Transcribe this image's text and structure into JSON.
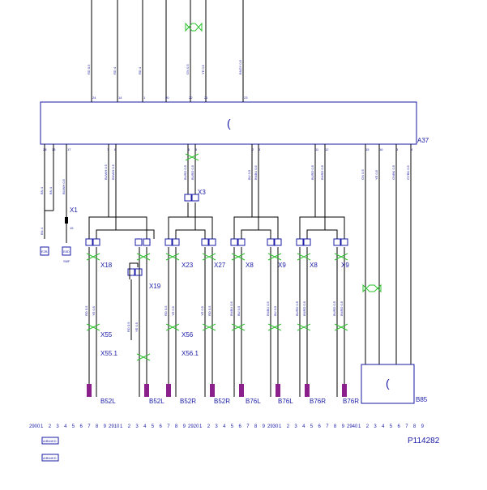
{
  "diagram": {
    "ecu_label": "A37",
    "ecu_symbol": "(",
    "box_b85_label": "B85",
    "box_b85_symbol": "(",
    "drawing_id": "P114282",
    "top_wires": [
      {
        "color": "RD 0.5",
        "pin": "24"
      },
      {
        "color": "RD 4",
        "pin": "14"
      },
      {
        "color": "RD 4",
        "pin": "1"
      },
      {
        "color": "",
        "pin": "20"
      },
      {
        "color": "GN 0.5",
        "pin": "22"
      },
      {
        "color": "YE 0.5",
        "pin": "21"
      },
      {
        "color": "BNGY 0.5",
        "pin": "23"
      }
    ],
    "bottom_pins": [
      "28",
      "13",
      "17",
      "7",
      "8",
      "6",
      "5",
      "2",
      "3",
      "11",
      "12",
      "15",
      "16",
      "3",
      "4"
    ],
    "wire_colors": [
      "BN 4",
      "BN 4",
      "BUWH 0.5",
      "BUWH 0.5",
      "BNWH 0.5",
      "BURD 0.5",
      "BURD 0.5",
      "BU 0.5",
      "BNBU 0.5",
      "BURD 0.5",
      "BNRD 0.5",
      "GN 0.5",
      "YE 0.5",
      "GNBK 0.5",
      "GYBK 0.5",
      "RD 0.5",
      "YE 0.5",
      "RD 0.5",
      "YE 0.5",
      "BNBU 0.5",
      "BU 0.5",
      "BURD 0.5",
      "BNRD 0.5",
      "YE 0.5",
      "RD 0.5"
    ],
    "left_branch": {
      "color": "BN 4",
      "label_a": "X1",
      "pin": "15",
      "box1": "E2B",
      "box2": "E8D",
      "sub": "SMF"
    },
    "connectors": [
      "X3",
      "X18",
      "X19",
      "X23",
      "X27",
      "X8",
      "X9",
      "X8",
      "X9",
      "X55",
      "X55.1",
      "X56",
      "X56.1"
    ],
    "sensors": [
      "B52L",
      "B52L",
      "B52R",
      "B52R",
      "B76L",
      "B76L",
      "B76R",
      "B76R"
    ],
    "section_numbers": [
      "2900",
      "2910",
      "2920",
      "2930",
      "2940"
    ],
    "footer_tags": [
      "A/B64KD",
      "A/B64KD"
    ]
  }
}
